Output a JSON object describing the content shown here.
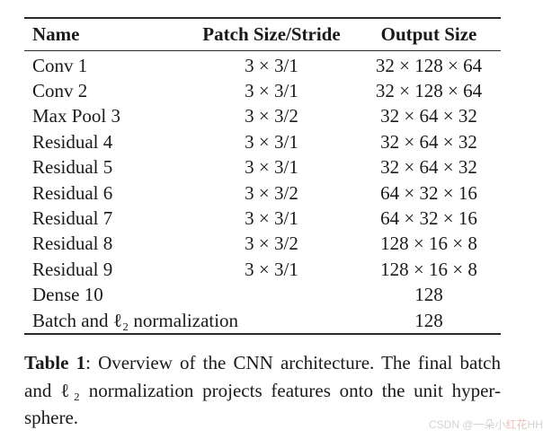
{
  "table": {
    "headers": [
      "Name",
      "Patch Size/Stride",
      "Output Size"
    ],
    "rows": [
      {
        "name": "Conv 1",
        "patch": "3 × 3/1",
        "output": "32 × 128 × 64"
      },
      {
        "name": "Conv 2",
        "patch": "3 × 3/1",
        "output": "32 × 128 × 64"
      },
      {
        "name": "Max Pool 3",
        "patch": "3 × 3/2",
        "output": "32 × 64 × 32"
      },
      {
        "name": "Residual 4",
        "patch": "3 × 3/1",
        "output": "32 × 64 × 32"
      },
      {
        "name": "Residual 5",
        "patch": "3 × 3/1",
        "output": "32 × 64 × 32"
      },
      {
        "name": "Residual 6",
        "patch": "3 × 3/2",
        "output": "64 × 32 × 16"
      },
      {
        "name": "Residual 7",
        "patch": "3 × 3/1",
        "output": "64 × 32 × 16"
      },
      {
        "name": "Residual 8",
        "patch": "3 × 3/2",
        "output": "128 × 16 × 8"
      },
      {
        "name": "Residual 9",
        "patch": "3 × 3/1",
        "output": "128 × 16 × 8"
      },
      {
        "name": "Dense 10",
        "patch": "",
        "output": "128"
      },
      {
        "name": "Batch and ℓ₂ normalization",
        "patch": "",
        "output": "128"
      }
    ]
  },
  "caption": {
    "label": "Table 1",
    "line1_rest": ": Overview of the CNN architecture.  The final batch",
    "line2": "and ℓ₂ normalization projects features onto the unit hyper-",
    "line3": "sphere."
  },
  "watermark": {
    "prefix": "CSDN @一朵小",
    "accent": "红花",
    "suffix": "HH",
    "gray": "#d2d2d2",
    "pink": "#e9c0ba"
  },
  "colors": {
    "text": "#1a1a1a",
    "rule": "#2a2a2a",
    "background": "#ffffff"
  }
}
